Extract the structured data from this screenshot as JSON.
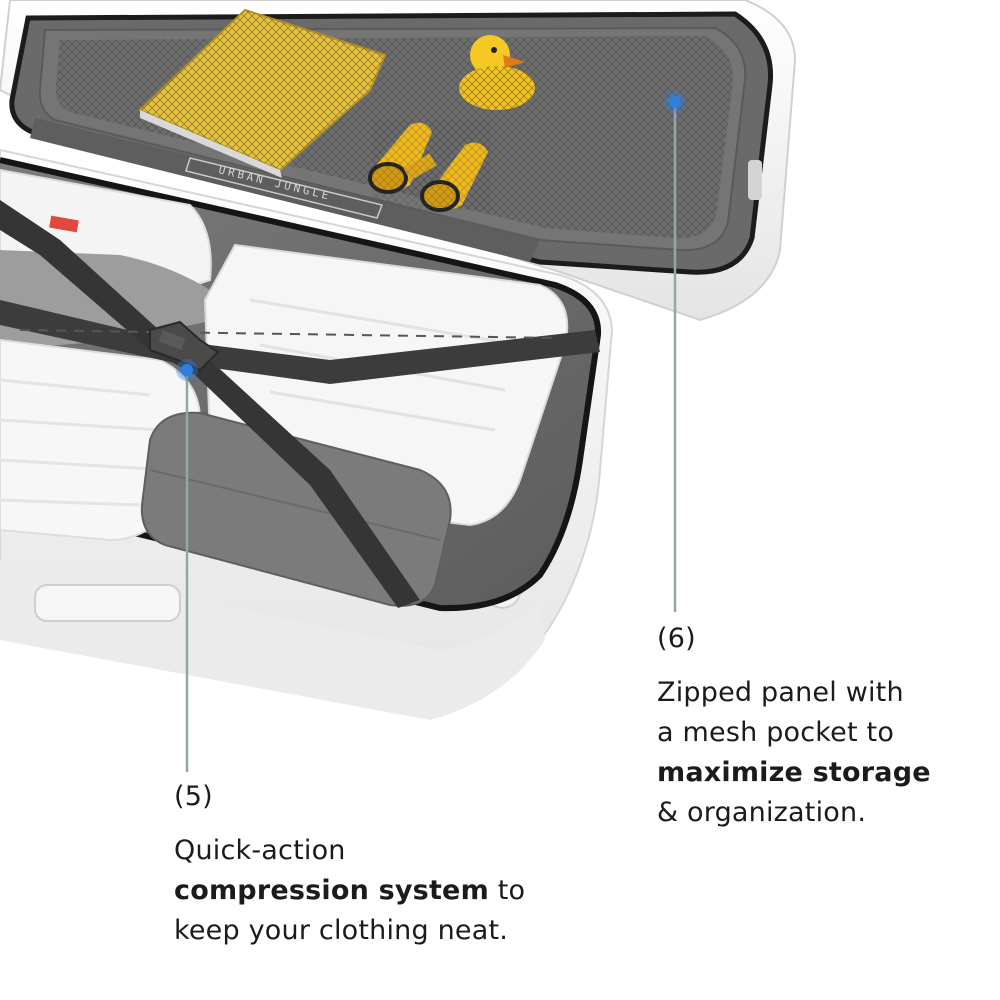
{
  "brand_print": "URBAN JUNGLE",
  "callouts": [
    {
      "number": "(5)",
      "line1": "Quick-action",
      "line2_bold": "compression system",
      "line2_rest": " to",
      "line3": "keep your clothing neat."
    },
    {
      "number": "(6)",
      "line1": "Zipped panel with",
      "line2": "a mesh pocket to",
      "line3_bold": "maximize storage",
      "line4": "& organization."
    }
  ],
  "colors": {
    "background": "#ffffff",
    "text": "#1b1b1b",
    "leader_line": "#8fa9a4",
    "marker_dot": "#2f7fe0",
    "shell": "#f2f2f2",
    "lining": "#6f6f6f",
    "strap": "#3c3c3c",
    "duck_yellow": "#f3c21d"
  }
}
